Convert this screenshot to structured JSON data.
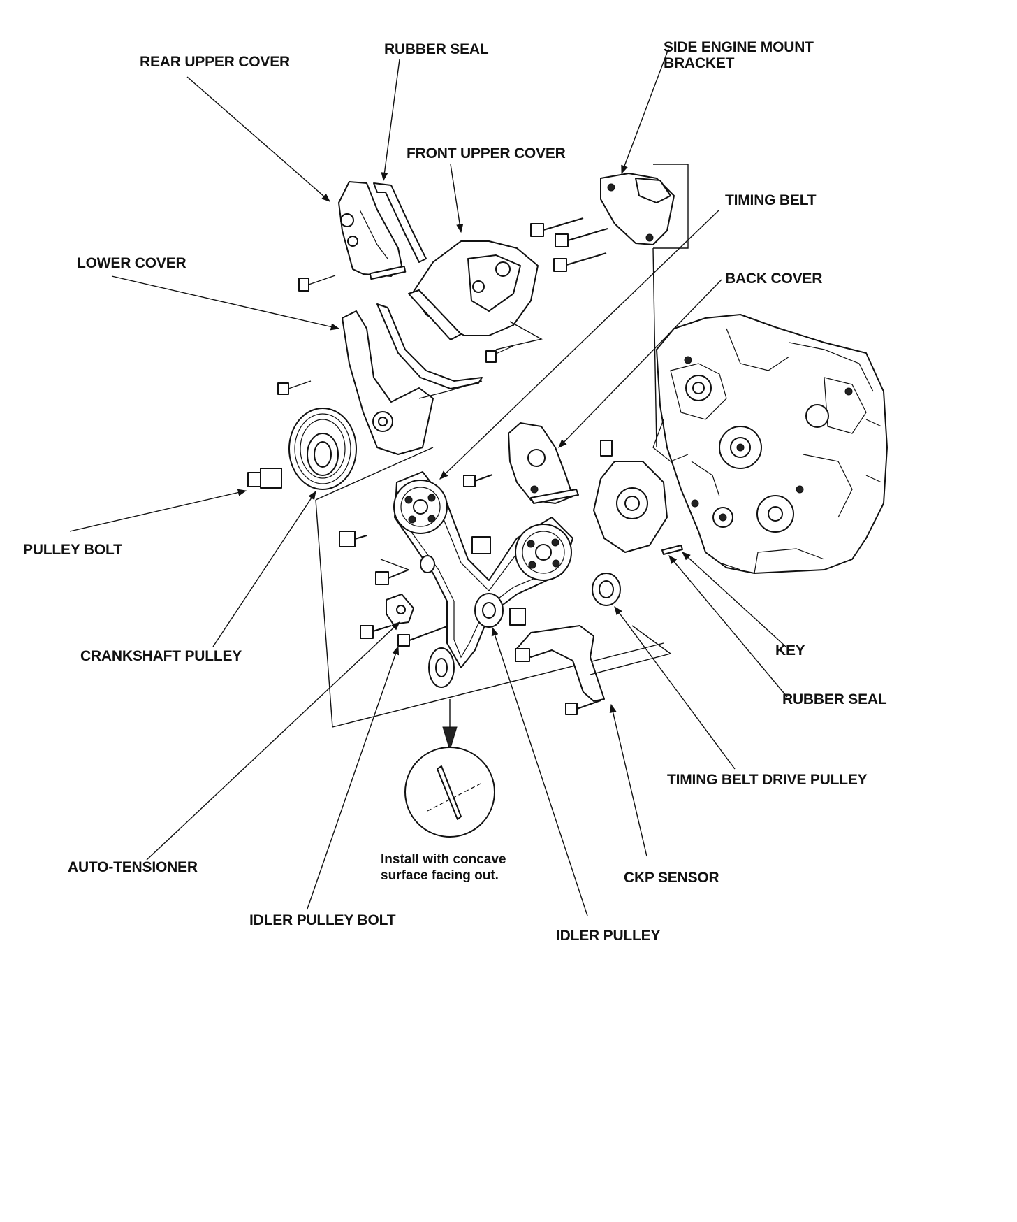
{
  "labels": {
    "rear_upper_cover": "REAR UPPER COVER",
    "rubber_seal_top": "RUBBER SEAL",
    "side_engine_mount_bracket_line1": "SIDE ENGINE MOUNT",
    "side_engine_mount_bracket_line2": "BRACKET",
    "front_upper_cover": "FRONT UPPER COVER",
    "timing_belt": "TIMING BELT",
    "lower_cover": "LOWER COVER",
    "back_cover": "BACK COVER",
    "pulley_bolt": "PULLEY BOLT",
    "crankshaft_pulley": "CRANKSHAFT PULLEY",
    "key": "KEY",
    "rubber_seal_bottom": "RUBBER SEAL",
    "timing_belt_drive_pulley": "TIMING BELT DRIVE PULLEY",
    "auto_tensioner": "AUTO-TENSIONER",
    "ckp_sensor": "CKP SENSOR",
    "idler_pulley_bolt": "IDLER PULLEY BOLT",
    "idler_pulley": "IDLER PULLEY"
  },
  "note": {
    "line1": "Install with concave",
    "line2": "surface facing out."
  }
}
